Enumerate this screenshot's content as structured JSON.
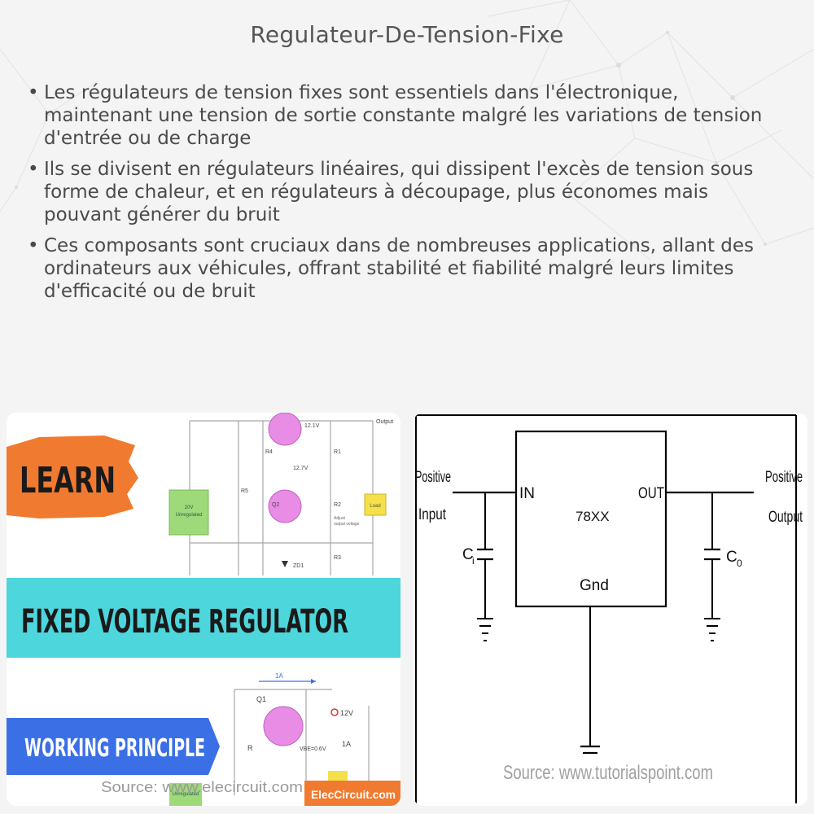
{
  "title": "Regulateur-De-Tension-Fixe",
  "bullets": [
    "Les régulateurs de tension fixes sont essentiels dans l'électronique, maintenant une tension de sortie constante malgré les variations de tension d'entrée ou de charge",
    "Ils se divisent en régulateurs linéaires, qui dissipent l'excès de tension sous forme de chaleur, et en régulateurs à découpage, plus économes mais pouvant générer du bruit",
    "Ces composants sont cruciaux dans de nombreuses applications, allant des ordinateurs aux véhicules, offrant stabilité et fiabilité malgré leurs limites d'efficacité ou de bruit"
  ],
  "bullet_symbol": "•",
  "left_image": {
    "learn_label": "LEARN",
    "banner_text": "FIXED VOLTAGE REGULATOR",
    "working_label": "WORKING PRINCIPLE",
    "source_text": "Source: www.elecircuit.com",
    "brand_text": "ElecCircuit.com",
    "circuit_top": {
      "output_label": "Output",
      "v_12_1": "12.1V",
      "v_12_7": "12.7V",
      "r4": "R4",
      "r5": "R5",
      "r1": "R1",
      "r2": "R2",
      "r3": "R3",
      "q2": "Q2",
      "zd1": "ZD1",
      "unreg_line1": "20V",
      "unreg_line2": "Unregulated",
      "load": "Load",
      "adjust_line1": "Adjust",
      "adjust_line2": "output voltage"
    },
    "circuit_bottom": {
      "current": "1A",
      "q1": "Q1",
      "v12": "12V",
      "r": "R",
      "vbe": "VBE=0.6V",
      "i_out": "1A",
      "unreg": "Unregulated"
    },
    "colors": {
      "learn_splash": "#f07a30",
      "banner": "#4dd6dc",
      "working_banner": "#3a6fe6",
      "transistor": "#e98ce6",
      "green_box": "#9ed97a",
      "load_box": "#f4e04a",
      "brand_bg": "#f07a30"
    }
  },
  "right_image": {
    "in_left_top": "Positive",
    "in_left_bottom": "Input",
    "out_right_top": "Positive",
    "out_right_bottom": "Output",
    "pin_in": "IN",
    "pin_out": "OUT",
    "chip": "78XX",
    "pin_gnd": "Gnd",
    "cap_in": "C",
    "cap_in_sub": "i",
    "cap_out": "C",
    "cap_out_sub": "0",
    "source_text": "Source: www.tutorialspoint.com"
  }
}
